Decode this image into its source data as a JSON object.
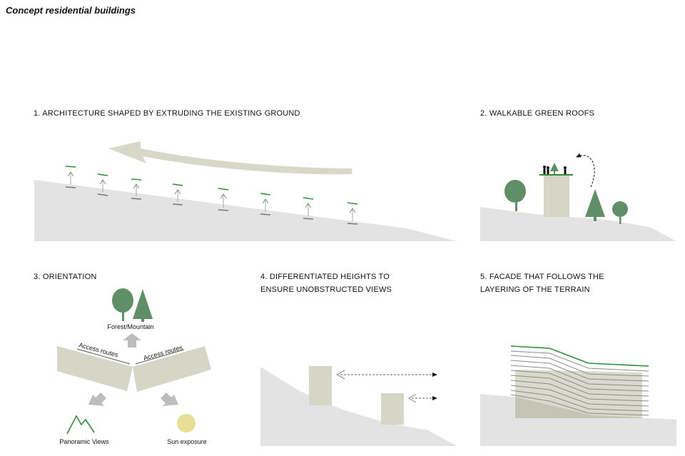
{
  "page_title": "Concept residential buildings",
  "sections": {
    "s1": {
      "title": "1. ARCHITECTURE SHAPED BY EXTRUDING THE EXISTING GROUND"
    },
    "s2": {
      "title": "2. WALKABLE GREEN ROOFS"
    },
    "s3": {
      "title": "3. ORIENTATION"
    },
    "s4": {
      "title_line1": "4. DIFFERENTIATED HEIGHTS TO",
      "title_line2": "ENSURE UNOBSTRUCTED VIEWS"
    },
    "s5": {
      "title_line1": "5. FACADE THAT FOLLOWS THE",
      "title_line2": "LAYERING OF THE TERRAIN"
    }
  },
  "labels": {
    "forest_mountain": "Forest/Mountain",
    "access_routes_left": "Access routes",
    "access_routes_right": "Access routes",
    "panoramic_views": "Panoramic Views",
    "sun_exposure": "Sun exposure"
  },
  "colors": {
    "ground": "#e3e3e3",
    "building": "#d5d6c6",
    "green": "#2f8f3a",
    "tree": "#5f8f67",
    "arrow_beige": "#d8d8c8",
    "sun": "#e6df95",
    "grey_arrow": "#bdbdbd"
  }
}
